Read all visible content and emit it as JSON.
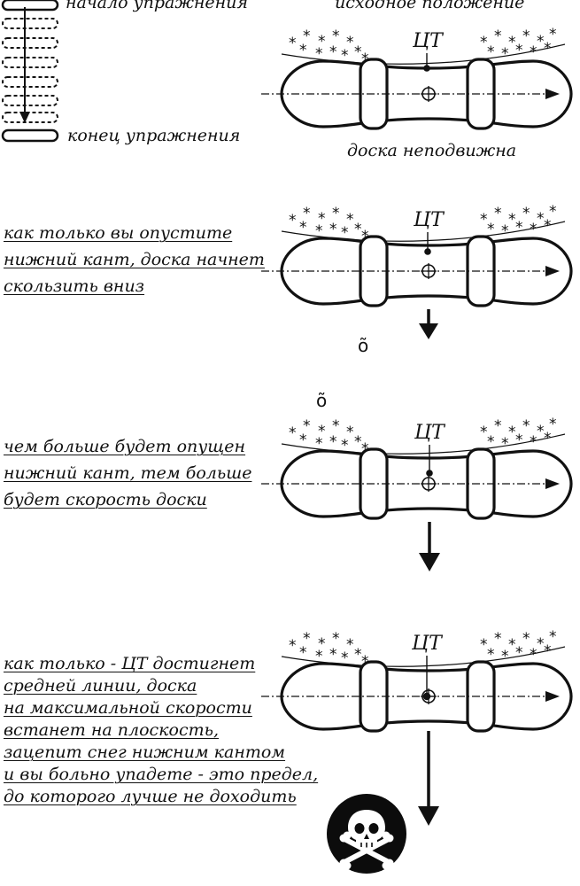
{
  "legend": {
    "start_label": "начало упражнения",
    "end_label": "конец упражнения"
  },
  "headings": {
    "initial_position": "исходное положение",
    "board_stationary": "доска неподвижна"
  },
  "stray_glyphs": [
    "õ",
    "õ"
  ],
  "steps": [
    {
      "cg_label": "ЦТ",
      "lines": [
        "как только вы опустите",
        "нижний кант, доска начнет",
        "скользить вниз"
      ]
    },
    {
      "cg_label": "ЦТ",
      "lines": [
        "чем больше будет опущен",
        "нижний кант, тем больше",
        "будет скорость доски"
      ]
    },
    {
      "cg_label": "ЦТ",
      "lines": [
        "как только - ЦТ достигнет",
        "средней линии, доска",
        "на максимальной скорости",
        "встанет на плоскость,",
        "зацепит снег нижним кантом",
        "и вы больно упадете - это предел,",
        "до которого лучше не доходить"
      ]
    }
  ],
  "initial_cg_label": "ЦТ",
  "icons": {
    "danger": "skull-crossbones-icon",
    "motion": "down-arrow-icon",
    "snow": "snow-asterisk-icon"
  }
}
